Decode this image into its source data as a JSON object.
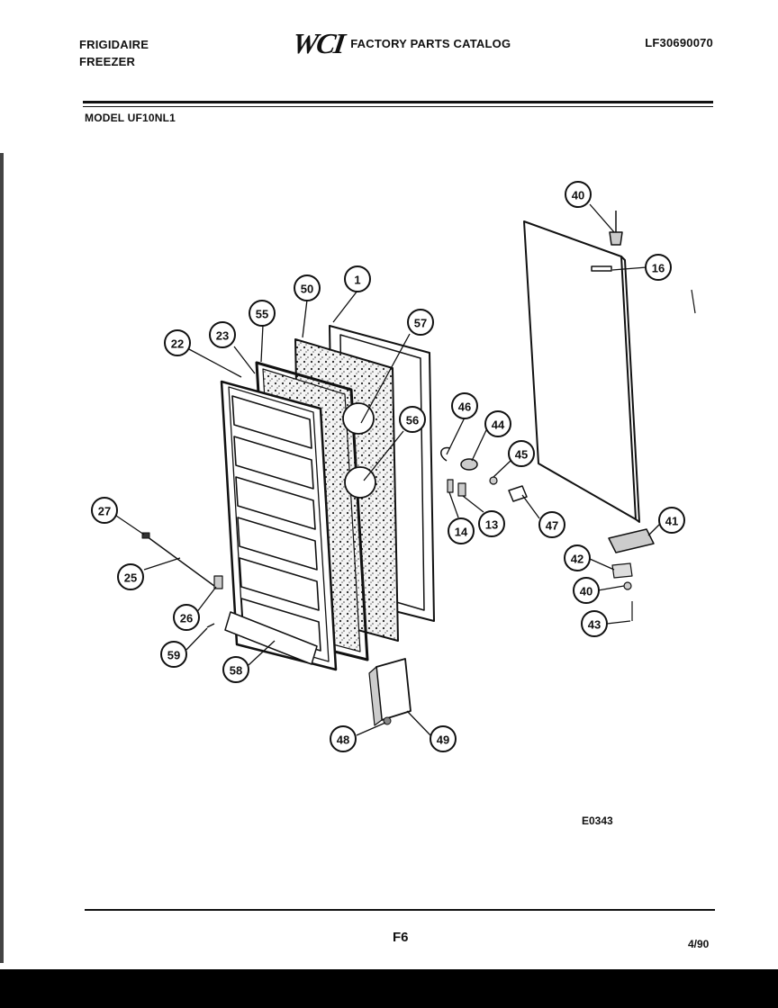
{
  "header": {
    "brand": "FRIGIDAIRE",
    "product": "FREEZER",
    "logo": "WCI",
    "catalog_title": "FACTORY PARTS CATALOG",
    "part_number": "LF30690070",
    "model": "MODEL UF10NL1"
  },
  "callouts": [
    "40",
    "16",
    "1",
    "50",
    "55",
    "57",
    "23",
    "22",
    "46",
    "44",
    "56",
    "45",
    "47",
    "14",
    "13",
    "41",
    "27",
    "25",
    "42",
    "40",
    "26",
    "43",
    "59",
    "58",
    "48",
    "49"
  ],
  "footer": {
    "drawing_code": "E0343",
    "page": "F6",
    "date": "4/90"
  }
}
